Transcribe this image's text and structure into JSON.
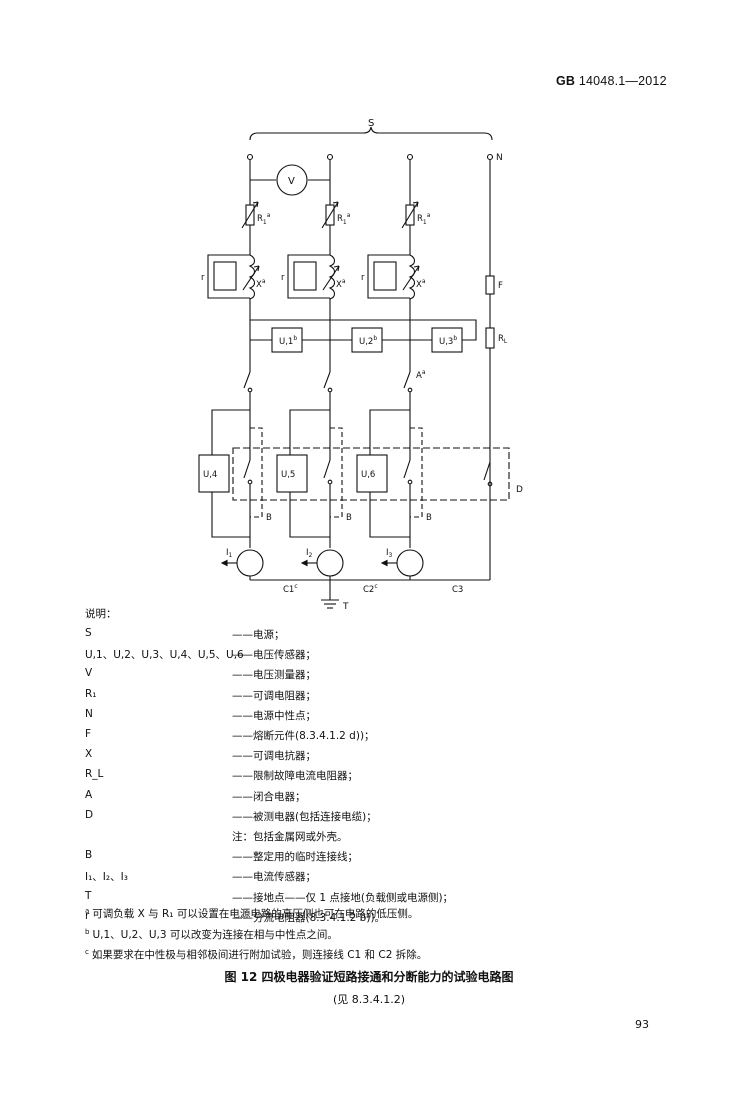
{
  "header": {
    "std": "GB",
    "number": "14048.1—2012"
  },
  "diagram_labels": {
    "S": "S",
    "N": "N",
    "V": "V",
    "R1": "R",
    "R1_sub": "1",
    "R1_sup": "a",
    "r": "r",
    "X": "X",
    "X_sup": "a",
    "F": "F",
    "RL": "R",
    "RL_sub": "L",
    "U1": "U,1",
    "U2": "U,2",
    "U3": "U,3",
    "U_sup": "b",
    "A": "A",
    "A_sup": "a",
    "U4": "U,4",
    "U5": "U,5",
    "U6": "U,6",
    "D": "D",
    "B": "B",
    "I1": "I",
    "I1_sub": "1",
    "I2": "I",
    "I2_sub": "2",
    "I3": "I",
    "I3_sub": "3",
    "C1": "C1",
    "C2": "C2",
    "C_sup": "c",
    "C3": "C3",
    "T": "T"
  },
  "legend": {
    "title": "说明：",
    "items": [
      {
        "key": "S",
        "desc": "——电源；"
      },
      {
        "key": "U,1、U,2、U,3、U,4、U,5、U,6",
        "desc": "——电压传感器；"
      },
      {
        "key": "V",
        "desc": "——电压测量器；"
      },
      {
        "key": "R₁",
        "desc": "——可调电阻器；"
      },
      {
        "key": "N",
        "desc": "——电源中性点；"
      },
      {
        "key": "F",
        "desc": "——熔断元件(8.3.4.1.2 d))；"
      },
      {
        "key": "X",
        "desc": "——可调电抗器；"
      },
      {
        "key": "R_L",
        "desc": "——限制故障电流电阻器；"
      },
      {
        "key": "A",
        "desc": "——闭合电器；"
      },
      {
        "key": "D",
        "desc": "——被测电器(包括连接电缆)；"
      },
      {
        "key": "",
        "desc": "注：包括金属网或外壳。"
      },
      {
        "key": "B",
        "desc": "——整定用的临时连接线；"
      },
      {
        "key": "I₁、I₂、I₃",
        "desc": "——电流传感器；"
      },
      {
        "key": "T",
        "desc": "——接地点——仅 1 点接地(负载侧或电源侧)；"
      },
      {
        "key": "r",
        "desc": "——分流电阻器(8.3.4.1.2 b))。"
      }
    ]
  },
  "notes": [
    {
      "mark": "a",
      "text": "可调负载 X 与 R₁ 可以设置在电源电路的高压侧也可在电路的低压侧。"
    },
    {
      "mark": "b",
      "text": "U,1、U,2、U,3 可以改变为连接在相与中性点之间。"
    },
    {
      "mark": "c",
      "text": "如果要求在中性极与相邻极间进行附加试验，则连接线 C1 和 C2 拆除。"
    }
  ],
  "figure": {
    "title": "图 12   四极电器验证短路接通和分断能力的试验电路图",
    "subtitle": "(见 8.3.4.1.2)"
  },
  "page_number": "93",
  "colors": {
    "ink": "#111111",
    "paper": "#ffffff"
  }
}
